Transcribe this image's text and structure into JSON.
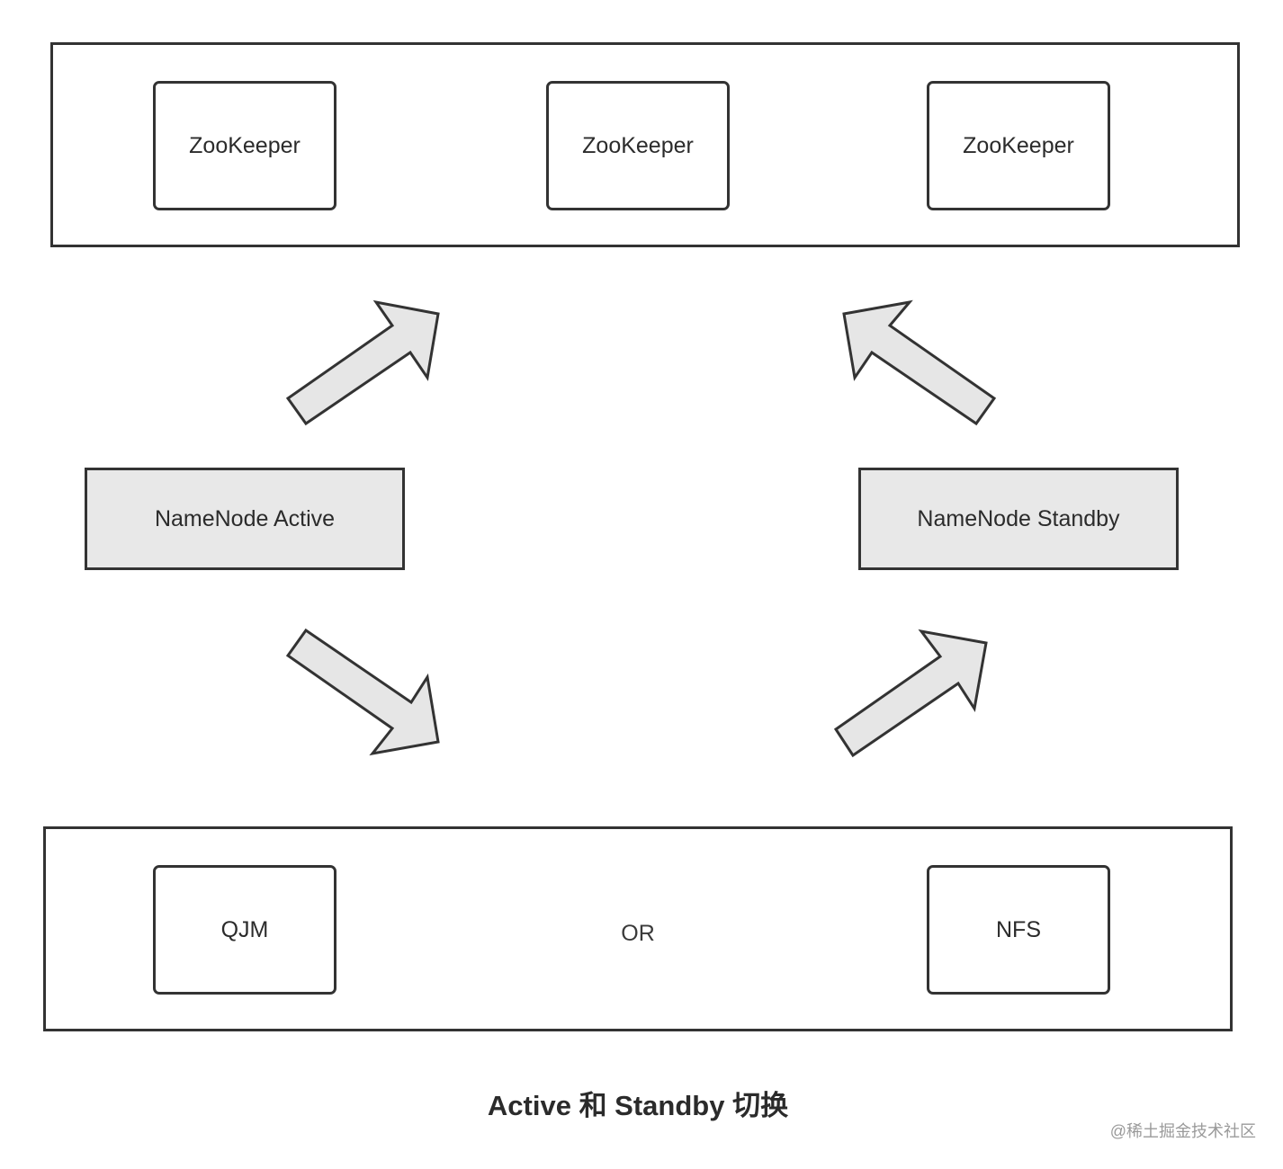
{
  "zookeeper_cluster": {
    "nodes": [
      "ZooKeeper",
      "ZooKeeper",
      "ZooKeeper"
    ]
  },
  "namenodes": {
    "active": "NameNode Active",
    "standby": "NameNode Standby"
  },
  "shared_storage": {
    "left": "QJM",
    "separator": "OR",
    "right": "NFS"
  },
  "caption": "Active 和 Standby 切换",
  "watermark": "@稀土掘金技术社区",
  "colors": {
    "stroke": "#333333",
    "nn_fill": "#e8e8e8",
    "arrow_fill": "#e6e6e6"
  }
}
